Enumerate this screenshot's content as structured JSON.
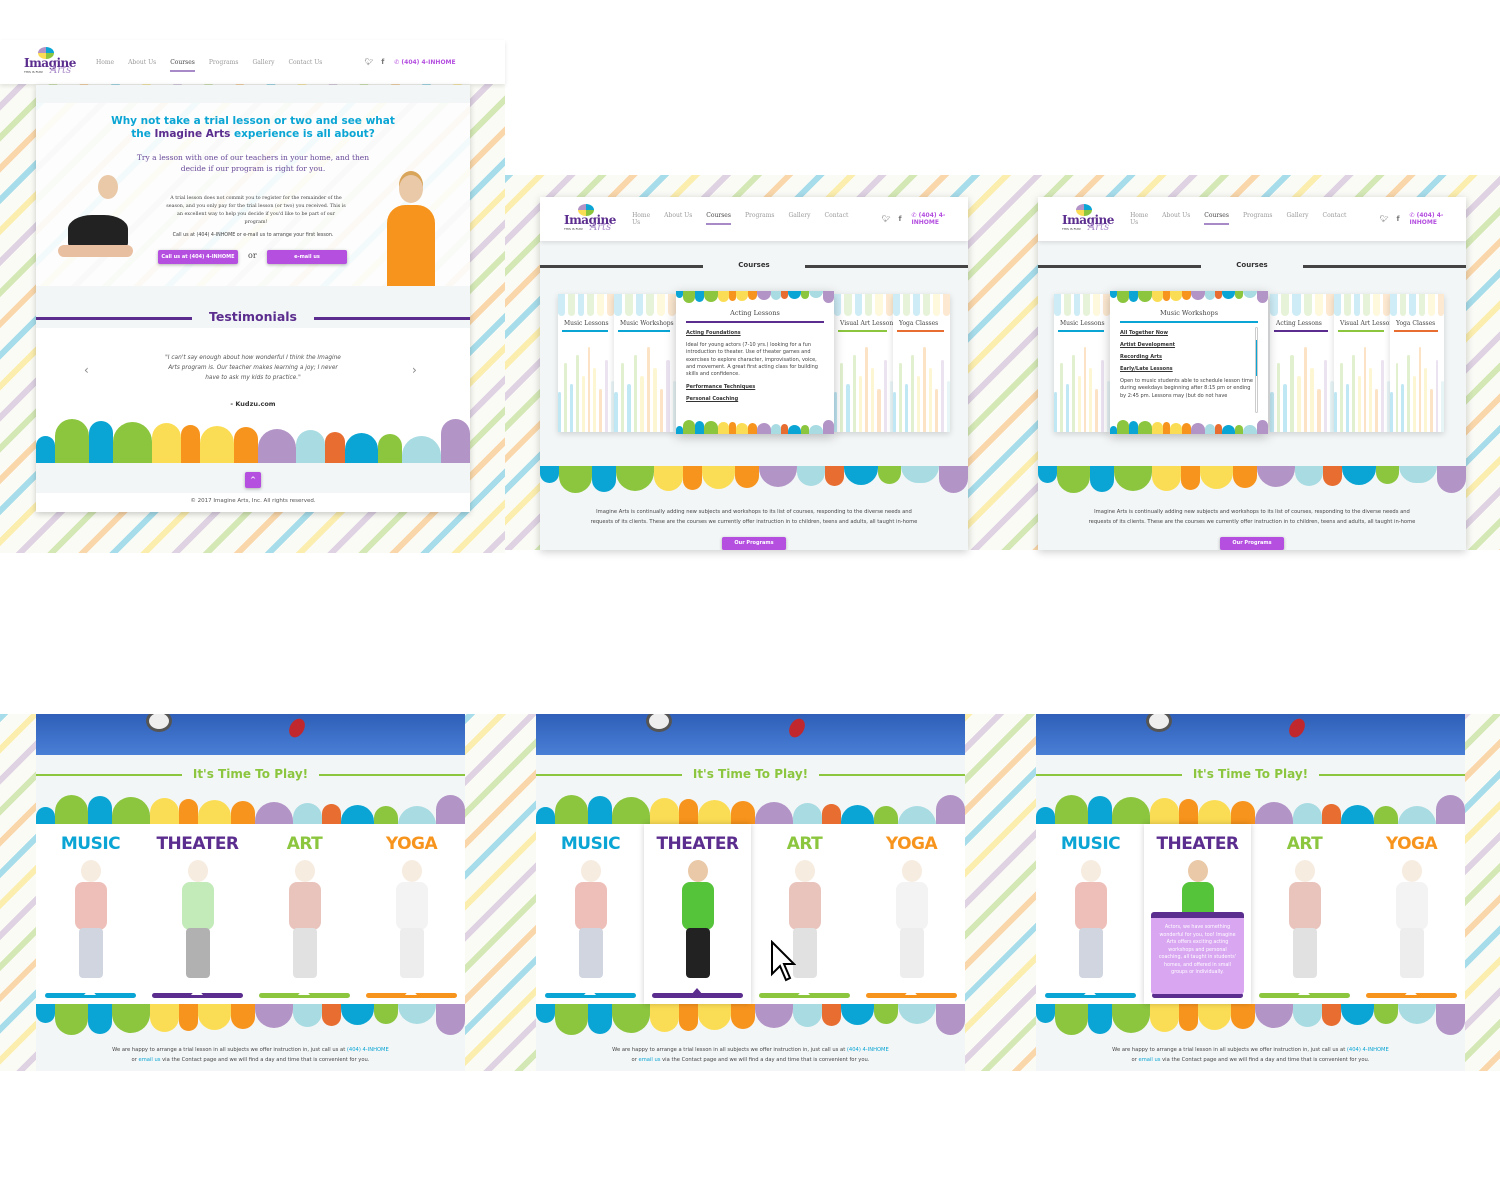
{
  "brand": {
    "name": "Imagine",
    "sub": "Arts",
    "tagline": "THIS IS FUN!"
  },
  "nav": [
    "Home",
    "About Us",
    "Courses",
    "Programs",
    "Gallery",
    "Contact Us"
  ],
  "nav_active": "Courses",
  "phone": "(404) 4-INHOME",
  "social": {
    "twitter": "twitter-icon",
    "facebook": "facebook-icon",
    "phone": "phone-icon"
  },
  "trial": {
    "heading_1": "Why not take a trial lesson or two and see what",
    "heading_2a": "the ",
    "heading_brand": "Imagine Arts",
    "heading_2b": " experience is all about?",
    "subheading": "Try a lesson with one of our teachers in your home, and then decide if our program is right for you.",
    "body": "A trial lesson does not commit you to register for the remainder of the season, and you only pay for the trial lesson (or two) you received.  This is an excellent way to help you decide if you'd like to be part of our program!",
    "call_text": "Call us at (404) 4-INHOME or e-mail us to arrange your first lesson.",
    "call_button": "Call us at (404) 4-INHOME",
    "or": "or",
    "email_button": "e-mail us"
  },
  "testimonials": {
    "title": "Testimonials",
    "quote": "\"I can't say enough about how wonderful I think the Imagine Arts program is. Our teacher makes learning a joy; I never have to ask my kids to practice.\"",
    "author": "- Kudzu.com",
    "prev": "‹",
    "next": "›"
  },
  "back_to_top": "^",
  "footer": {
    "copyright": "2017 Imagine Arts, Inc. All rights reserved."
  },
  "courses": {
    "title": "Courses",
    "description": "Imagine Arts is continually adding new subjects and workshops to its list of courses, responding to the diverse needs and requests of its clients. These are the courses we currently offer instruction in to children, teens and adults, all taught in-home",
    "button": "Our Programs",
    "screens": [
      {
        "side_left": [
          "Music Lessons",
          "Music Workshops"
        ],
        "side_right": [
          "Visual Art Lessons",
          "Yoga Classes"
        ],
        "active": {
          "title": "Acting Lessons",
          "items": [
            {
              "link": "Acting Foundations",
              "text": "Ideal for young actors (7-10 yrs.) looking for a fun introduction to theater. Use of theater games and exercises to explore character, improvisation, voice, and movement. A great first acting class for building skills and confidence."
            },
            {
              "link": "Performance Techniques",
              "text": ""
            },
            {
              "link": "Personal Coaching",
              "text": ""
            }
          ]
        }
      },
      {
        "side_left": [
          "Music Lessons"
        ],
        "side_right": [
          "Acting Lessons",
          "Visual Art Lessons",
          "Yoga Classes"
        ],
        "active": {
          "title": "Music Workshops",
          "items": [
            {
              "link": "All Together Now",
              "text": ""
            },
            {
              "link": "Artist Development",
              "text": ""
            },
            {
              "link": "Recording Arts",
              "text": ""
            },
            {
              "link": "Early/Late Lessons",
              "text": "Open to music students able to schedule lesson time during weekdays beginning after 8:15 pm or ending by 2:45 pm. Lessons may (but do not have"
            }
          ]
        }
      }
    ]
  },
  "play": {
    "title": "It's Time To Play!",
    "categories": [
      {
        "label": "MUSIC",
        "color": "#0aa5d4"
      },
      {
        "label": "THEATER",
        "color": "#5b2d8e"
      },
      {
        "label": "ART",
        "color": "#8cc63f"
      },
      {
        "label": "YOGA",
        "color": "#f7941d"
      }
    ],
    "tooltip": "Actors, we have something wonderful for you, too!  Imagine Arts offers exciting acting workshops and personal coaching, all taught in students' homes, and offered in small groups or individually.",
    "note_1": "We are happy to arrange a trial lesson in all subjects we offer instruction in, just call us at ",
    "note_phone": "(404) 4-INHOME",
    "note_2": "or ",
    "note_email": "email us",
    "note_3": " via the Contact page and we will find a day and time that is convenient for you.",
    "screens": [
      {
        "hover": null
      },
      {
        "hover": 1
      },
      {
        "hover": 1,
        "tooltip": true
      }
    ]
  },
  "colors": {
    "blue": "#0aa5d4",
    "purple": "#5b2d8e",
    "magenta": "#b44fe0",
    "green": "#8cc63f",
    "orange": "#f7941d",
    "yellow": "#fbdd55",
    "lightblue": "#a8dbe2",
    "lavender": "#b294c6",
    "red": "#e86d30"
  }
}
